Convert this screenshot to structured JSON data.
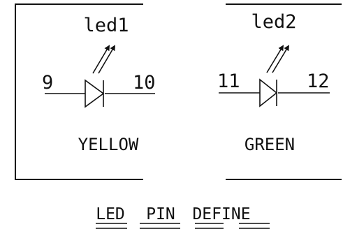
{
  "components": [
    {
      "ref": "led1",
      "pin_left": "9",
      "pin_right": "10",
      "color": "YELLOW"
    },
    {
      "ref": "led2",
      "pin_left": "11",
      "pin_right": "12",
      "color": "GREEN"
    }
  ],
  "title": {
    "words": [
      "LED",
      "PIN",
      "DEFINE"
    ]
  }
}
